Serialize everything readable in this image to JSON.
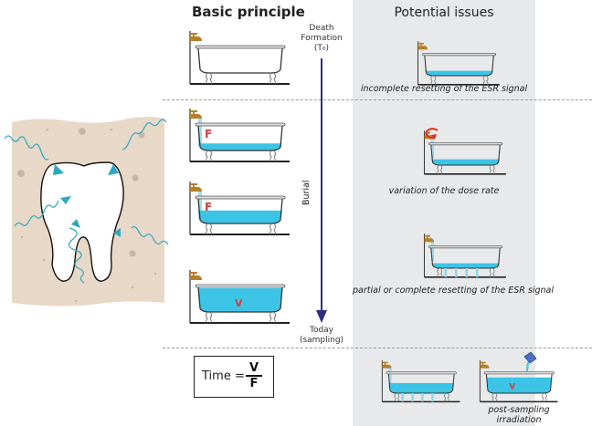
{
  "headers": {
    "basic_principle": "Basic principle",
    "potential_issues": "Potential issues"
  },
  "timeline": {
    "start_line1": "Death",
    "start_line2": "Formation",
    "start_line3": "(T₀)",
    "middle": "Burial",
    "end_line1": "Today",
    "end_line2": "(sampling)"
  },
  "basic_principle": {
    "tubs": [
      {
        "fill_fraction": 0,
        "letter": ""
      },
      {
        "fill_fraction": 0.3,
        "letter": "F"
      },
      {
        "fill_fraction": 0.55,
        "letter": "F"
      },
      {
        "fill_fraction": 1.0,
        "letter": "V"
      }
    ]
  },
  "formula": {
    "lhs": "Time =",
    "numerator": "V",
    "denominator": "F"
  },
  "issues": [
    {
      "caption": "incomplete resetting of the ESR signal"
    },
    {
      "caption": "variation of the dose rate"
    },
    {
      "caption": "partial or complete resetting of the ESR signal"
    },
    {
      "caption": ""
    },
    {
      "caption_line1": "post-sampling",
      "caption_line2": "irradiation",
      "letter": "V"
    }
  ],
  "colors": {
    "water": "#3cc4e6",
    "tap": "#b5802a",
    "arrow": "#2c2f7e",
    "soil": "#e8d8c8",
    "wave": "#2fa7bf",
    "letter": "#d93a3a",
    "panel": "#e8e9ea"
  }
}
